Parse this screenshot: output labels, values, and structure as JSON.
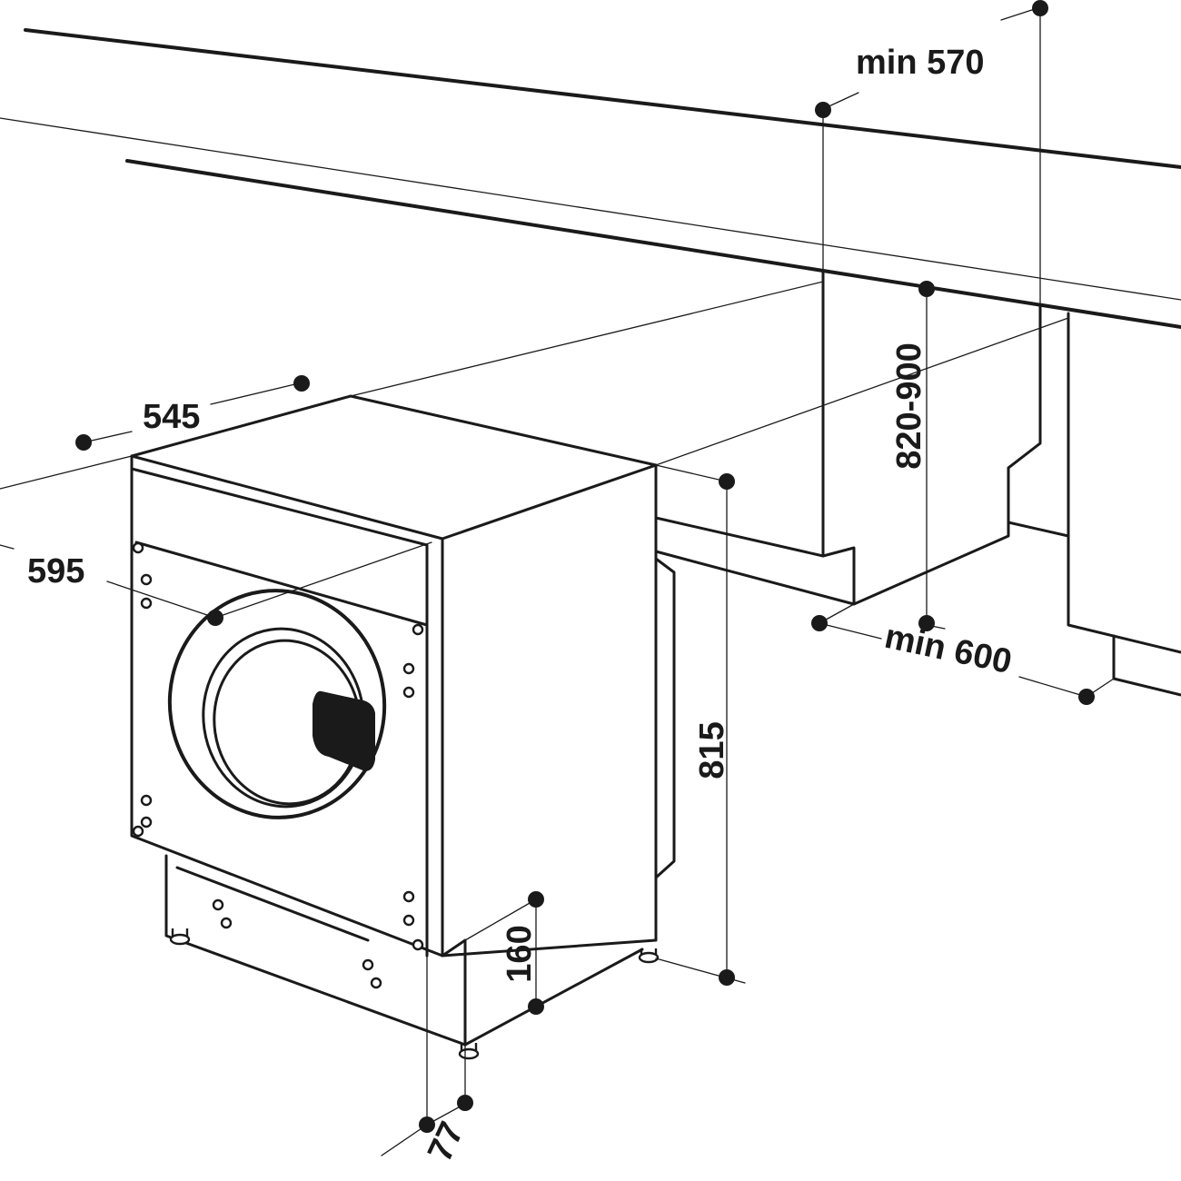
{
  "colors": {
    "ink": "#1a1a1a",
    "paper": "#ffffff",
    "handle": "#1a1a1a"
  },
  "dimensions": {
    "min_depth": "min 570",
    "niche_height": "820-900",
    "depth": "545",
    "width": "595",
    "min_width": "min 600",
    "height": "815",
    "plinth_height": "160",
    "plinth_setback": "77"
  }
}
